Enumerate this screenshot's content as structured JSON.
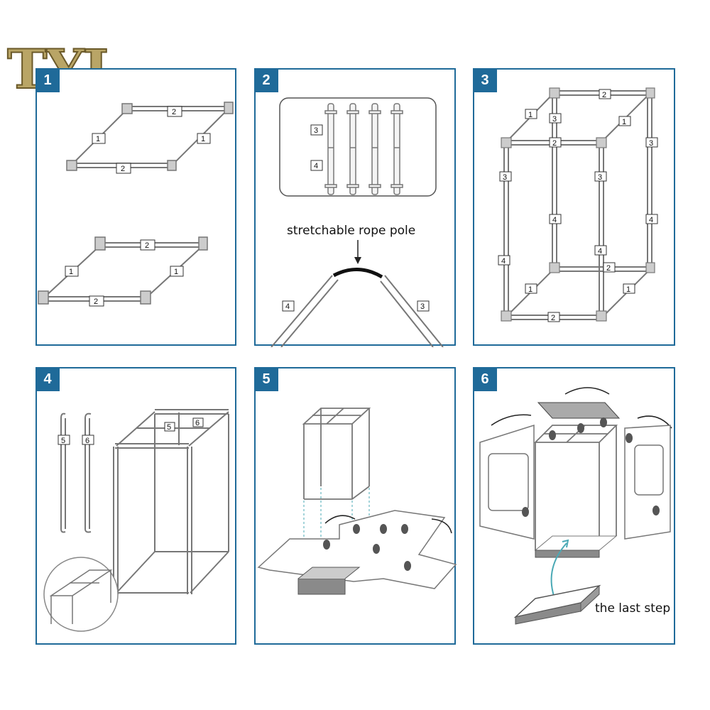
{
  "logo": {
    "text": "TYJ",
    "color_fill": "#b9a566",
    "color_stroke": "#6b5a2a"
  },
  "colors": {
    "accent": "#1f6a99",
    "line": "#666666",
    "pole": "#9a9a9a",
    "dark_tray": "#8a8a8a",
    "arrow_teal": "#4aa9b5"
  },
  "panels": [
    {
      "number": "1",
      "labels": [
        "2",
        "1",
        "1",
        "2",
        "2",
        "1",
        "1",
        "2"
      ]
    },
    {
      "number": "2",
      "labels": [
        "3",
        "4",
        "4",
        "3"
      ],
      "caption": "stretchable rope pole"
    },
    {
      "number": "3",
      "labels": [
        "2",
        "1",
        "3",
        "1",
        "3",
        "2",
        "3",
        "3",
        "4",
        "4",
        "4",
        "4",
        "2",
        "1",
        "1",
        "2"
      ]
    },
    {
      "number": "4",
      "labels": [
        "5",
        "6",
        "5",
        "6"
      ]
    },
    {
      "number": "5",
      "labels": []
    },
    {
      "number": "6",
      "labels": [],
      "caption": "the last step"
    }
  ]
}
